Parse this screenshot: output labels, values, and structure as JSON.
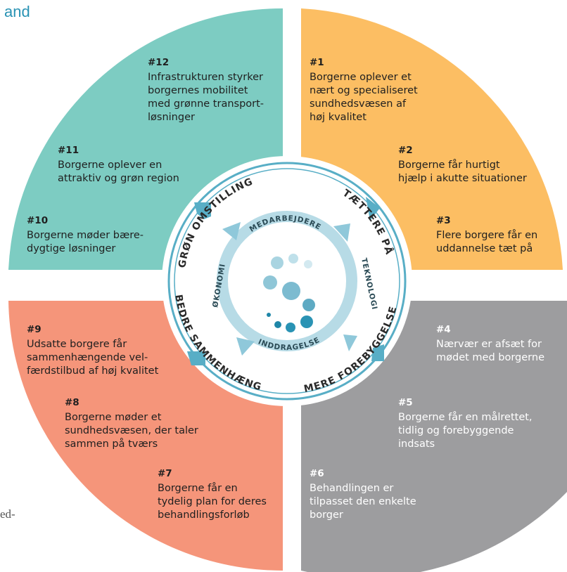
{
  "fragments": {
    "top": "and",
    "bottom": "ed-"
  },
  "colors": {
    "q_top_right": "#fcbe63",
    "q_top_left": "#7dccc2",
    "q_bottom_left": "#f5957a",
    "q_bottom_right": "#9d9d9f",
    "ring": "#58aec6",
    "inner_ring": "#b7dbe6",
    "inner_arrow": "#8fc8da"
  },
  "outer_labels": {
    "top_left": "GRØN OMSTILLING",
    "top_right": "TÆTTERE PÅ",
    "bottom_right": "MERE FOREBYGGELSE",
    "bottom_left": "BEDRE SAMMENHÆNG"
  },
  "inner_labels": {
    "top": "MEDARBEJDERE",
    "right": "TEKNOLOGI",
    "bottom": "INDDRAGELSE",
    "left": "ØKONOMI"
  },
  "goals": [
    {
      "num": "#1",
      "text": "Borgerne oplever et\nnært og specialiseret\nsundhedsvæsen af\nhøj kvalitet"
    },
    {
      "num": "#2",
      "text": "Borgerne får hurtigt\nhjælp i akutte situationer"
    },
    {
      "num": "#3",
      "text": "Flere borgere får en\nuddannelse tæt på"
    },
    {
      "num": "#4",
      "text": "Nærvær er afsæt for\nmødet med borgerne"
    },
    {
      "num": "#5",
      "text": "Borgerne får en målrettet,\ntidlig og forebyggende\nindsats"
    },
    {
      "num": "#6",
      "text": "Behandlingen er\ntilpasset den enkelte\nborger"
    },
    {
      "num": "#7",
      "text": "Borgerne får en\ntydelig plan for deres\nbehandlingsforløb"
    },
    {
      "num": "#8",
      "text": "Borgerne møder et\nsundhedsvæsen, der taler\nsammen på tværs"
    },
    {
      "num": "#9",
      "text": "Udsatte borgere får\nsammenhængende vel-\nfærdstilbud af høj kvalitet"
    },
    {
      "num": "#10",
      "text": "Borgerne møder bære-\ndygtige løsninger"
    },
    {
      "num": "#11",
      "text": "Borgerne oplever en\nattraktiv og grøn region"
    },
    {
      "num": "#12",
      "text": "Infrastrukturen styrker\nborgernes mobilitet\nmed grønne transport-\nløsninger"
    }
  ]
}
